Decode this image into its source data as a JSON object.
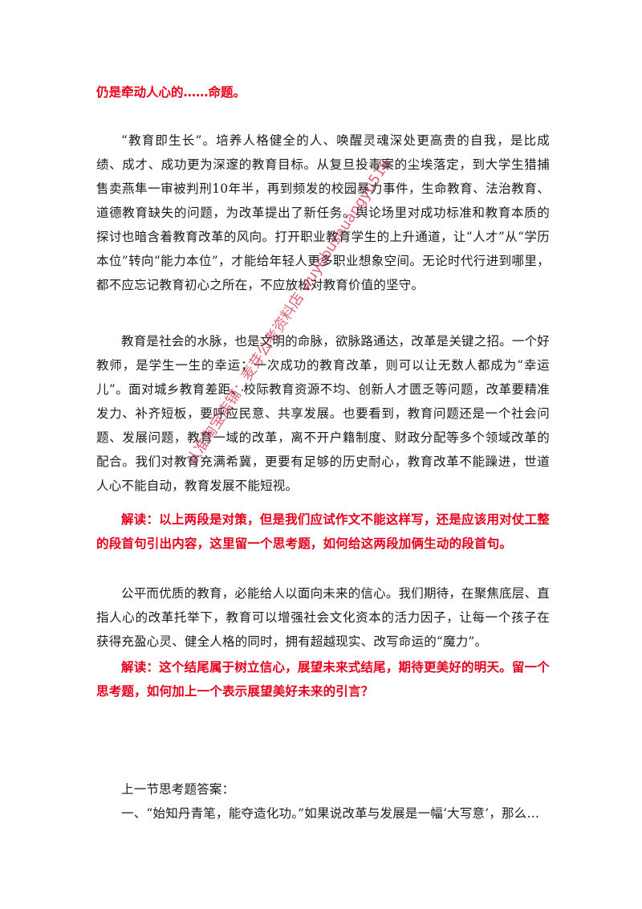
{
  "paragraphs": {
    "opening_red": "仍是牵动人心的……命题。",
    "p1": "“教育即生长”。培养人格健全的人、唤醒灵魂深处更高贵的自我，是比成绩、成才、成功更为深邃的教育目标。从复旦投毒案的尘埃落定，到大学生猎捕售卖燕隼一审被判刑10年半，再到频发的校园暴力事件，生命教育、法治教育、道德教育缺失的问题，为改革提出了新任务。舆论场里对成功标准和教育本质的探讨也暗含着教育改革的风向。打开职业教育学生的上升通道，让“人才”从“学历本位”转向“能力本位”，才能给年轻人更多职业想象空间。无论时代行进到哪里，都不应忘记教育初心之所在，不应放松对教育价值的坚守。",
    "p2": "教育是社会的水脉，也是文明的命脉，欲脉路通达，改革是关键之招。一个好教师，是学生一生的幸运；一次成功的教育改革，则可以让无数人都成为“幸运儿”。面对城乡教育差距、校际教育资源不均、创新人才匮乏等问题，改革要精准发力、补齐短板，要呼应民意、共享发展。也要看到，教育问题还是一个社会问题、发展问题，教育一域的改革，离不开户籍制度、财政分配等多个领域改革的配合。我们对教育充满希冀，更要有足够的历史耐心，教育改革不能躁进，世道人心不能自动，教育发展不能短视。",
    "comment1": "解读：以上两段是对策，但是我们应试作文不能这样写，还是应该用对仗工整的段首句引出内容，这里留一个思考题，如何给这两段加俩生动的段首句。",
    "p3": "公平而优质的教育，必能给人以面向未来的信心。我们期待，在聚焦底层、直指人心的改革托举下，教育可以增强社会文化资本的活力因子，让每一个孩子在获得充盈心灵、健全人格的同时，拥有超越现实、改写命运的“魔力”。",
    "comment2": "解读：这个结尾属于树立信心，展望未来式结尾，期待更美好的明天。留一个思考题，如何加上一个表示展望美好未来的引言？",
    "answer_heading": "上一节思考题答案：",
    "answer1": "一、“始知丹青笔，能夺造化功。”如果说改革与发展是一幅‘大写意’，那么…"
  },
  "watermark": "认准淘宝店铺：麦芽公考资料店 wuyebushuangyu516",
  "colors": {
    "accent_red": "#e6001c",
    "text": "#1a1a1a"
  }
}
